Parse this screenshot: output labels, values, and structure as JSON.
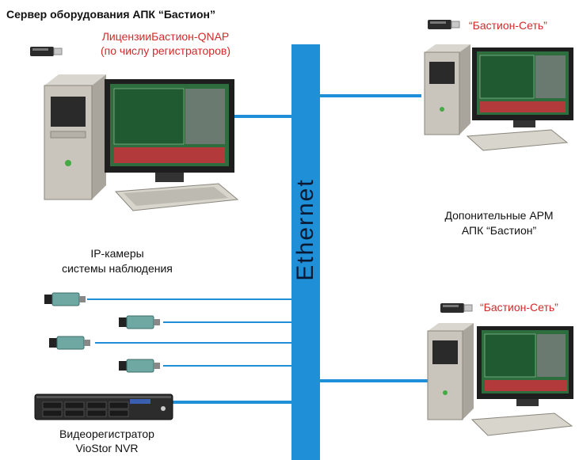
{
  "title": "Сервер оборудования АПК “Бастион”",
  "server": {
    "license_line1": "ЛицензииБастион-QNAP",
    "license_line2": "(по числу регистраторов)"
  },
  "network": {
    "bus_label": "Ethernet"
  },
  "cameras": {
    "label_line1": "IP-камеры",
    "label_line2": "системы наблюдения"
  },
  "nvr": {
    "label_line1": "Видеорегистратор",
    "label_line2": "VioStor NVR"
  },
  "workstations": {
    "top_key_label": "“Бастион-Сеть”",
    "bottom_key_label": "“Бастион-Сеть”",
    "caption_line1": "Допонительные АРМ",
    "caption_line2": "АПК “Бастион”"
  },
  "colors": {
    "bus": "#1f8fd8",
    "license_text": "#d12b2b"
  }
}
